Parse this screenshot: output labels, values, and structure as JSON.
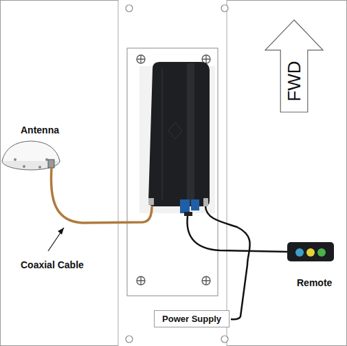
{
  "diagram": {
    "nodes": [
      {
        "text": [
          "FWD"
        ]
      },
      {
        "text": [
          "Power Supply"
        ]
      }
    ],
    "labels": [
      "Antenna",
      "Coaxial Cable",
      "Remote"
    ]
  }
}
